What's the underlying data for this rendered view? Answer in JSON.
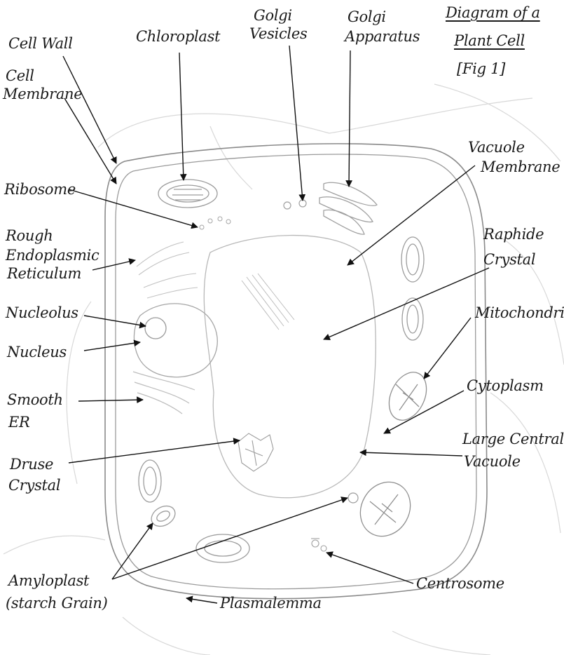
{
  "title": {
    "line1": "Diagram of a",
    "line2": "Plant Cell",
    "fig": "[Fig 1]"
  },
  "labels": {
    "cell_wall": "Cell Wall",
    "cell_membrane": [
      "Cell",
      "Membrane"
    ],
    "chloroplast": "Chloroplast",
    "golgi_vesicles": [
      "Golgi",
      "Vesicles"
    ],
    "golgi_apparatus": [
      "Golgi",
      "Apparatus"
    ],
    "ribosome": "Ribosome",
    "rough_er": [
      "Rough",
      "Endoplasmic",
      "Reticulum"
    ],
    "nucleolus": "Nucleolus",
    "nucleus": "Nucleus",
    "smooth_er": [
      "Smooth",
      "ER"
    ],
    "druse_crystal": [
      "Druse",
      "Crystal"
    ],
    "amyloplast": [
      "Amyloplast",
      "(starch Grain)"
    ],
    "plasmalemma": "Plasmalemma",
    "vacuole_membrane": [
      "Vacuole",
      "Membrane"
    ],
    "raphide_crystal": [
      "Raphide",
      "Crystal"
    ],
    "mitochondrion": "Mitochondrion",
    "cytoplasm": "Cytoplasm",
    "large_central_vacuole": [
      "Large Central",
      "Vacuole"
    ],
    "centrosome": "Centrosome"
  }
}
